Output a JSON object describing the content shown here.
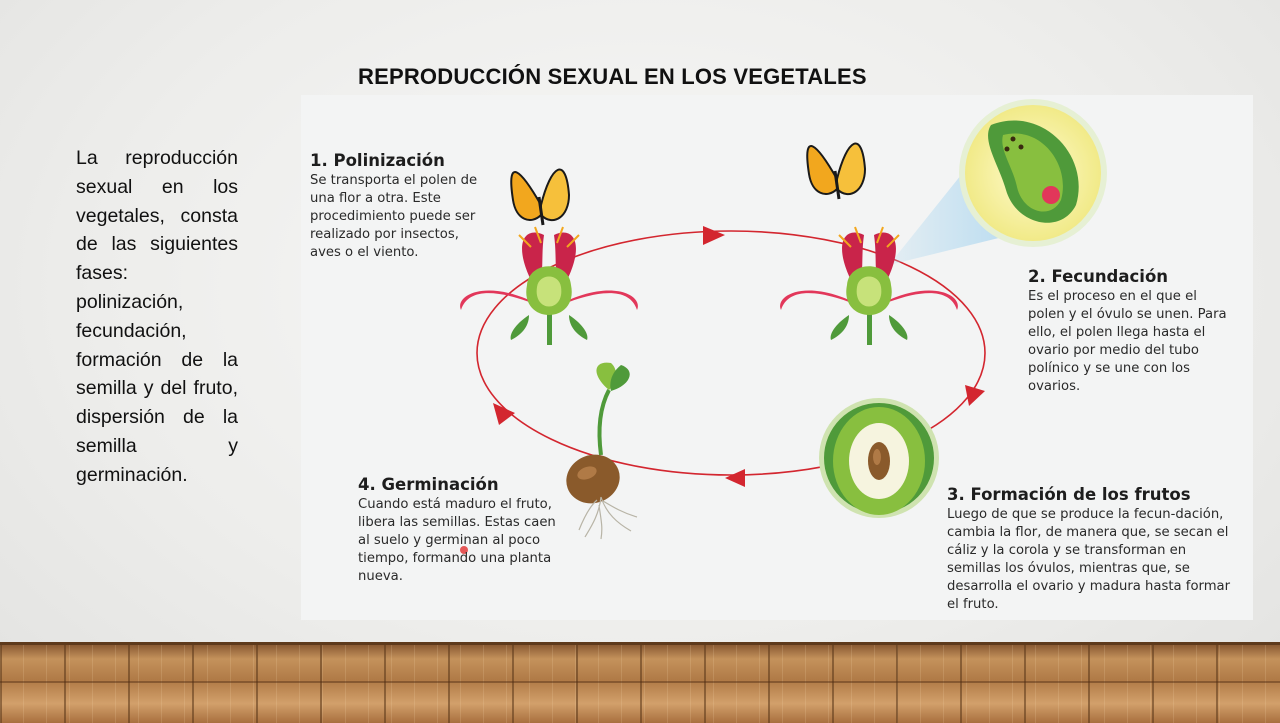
{
  "slide": {
    "title": "REPRODUCCIÓN SEXUAL EN LOS VEGETALES",
    "side_text": {
      "intro": "La reproducción sexual en los vegetales, consta de las siguientes fases:",
      "phases": [
        "polinización,",
        "fecundación,",
        "formación de la semilla y del fruto, dispersión de la semilla y germinación."
      ]
    }
  },
  "diagram": {
    "steps": [
      {
        "title": "1. Polinización",
        "text": "Se transporta el polen de una flor a otra. Este procedimiento puede ser realizado por insectos, aves o el viento."
      },
      {
        "title": "2. Fecundación",
        "text": "Es el proceso en el que el polen y el óvulo se unen. Para ello, el polen llega hasta el ovario por medio del tubo polínico y se une con los ovarios."
      },
      {
        "title": "3. Formación de los frutos",
        "text": "Luego de que se produce la fecun-dación, cambia la flor, de manera que, se secan el cáliz y la corola y se transforman en semillas los óvulos, mientras que, se desarrolla el ovario y madura hasta formar el fruto."
      },
      {
        "title": "4. Germinación",
        "text": "Cuando está maduro el fruto, libera las semillas. Estas caen al suelo y germinan al poco tiempo, formando una planta nueva."
      }
    ],
    "colors": {
      "cycle_arrow": "#d3262f",
      "petal": "#e2375a",
      "leaf": "#4f9a3a",
      "fruit": "#88bf3f",
      "seed": "#8a5a2b",
      "butterfly": "#f2a71e",
      "zoom_circle": "#f6ef9a"
    },
    "icons": [
      "flower-icon",
      "butterfly-icon",
      "ovary-zoom-icon",
      "fruit-cross-section-icon",
      "seedling-icon"
    ]
  }
}
